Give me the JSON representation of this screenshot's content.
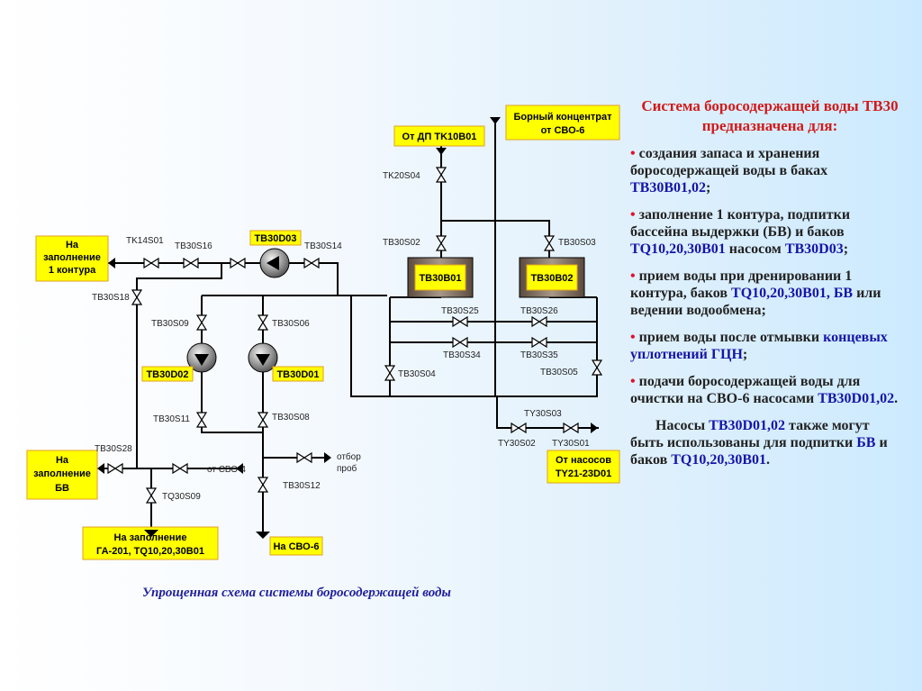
{
  "diagram": {
    "caption": "Упрощенная схема системы боросодержащей воды",
    "boxes": {
      "fill_1_contour": [
        "На",
        "заполнение",
        "1 контура"
      ],
      "fill_bv": [
        "На",
        "заполнение",
        "БВ"
      ],
      "fill_ga": [
        "На заполнение",
        "ГА-201, TQ10,20,30B01"
      ],
      "to_svo6": [
        "На СВО-6"
      ],
      "from_dp": [
        "От ДП TK10B01"
      ],
      "boric": [
        "Борный концентрат",
        "от СВО-6"
      ],
      "from_pumps": [
        "От насосов",
        "TY21-23D01"
      ],
      "pump_d03": [
        "TB30D03"
      ],
      "pump_d02": [
        "TB30D02"
      ],
      "pump_d01": [
        "TB30D01"
      ],
      "tank_b01": [
        "TB30B01"
      ],
      "tank_b02": [
        "TB30B02"
      ]
    },
    "valves": {
      "tk14s01": "TK14S01",
      "tb30s16": "TB30S16",
      "tb30s14": "TB30S14",
      "tb30s18": "TB30S18",
      "tb30s09": "TB30S09",
      "tb30s06": "TB30S06",
      "tb30s11": "TB30S11",
      "tb30s08": "TB30S08",
      "tb30s28": "TB30S28",
      "tq30s09": "TQ30S09",
      "tb30s12": "TB30S12",
      "from_svo4": "от СВО-4",
      "sampling": [
        "отбор",
        "проб"
      ],
      "tk20s04": "TK20S04",
      "tb30s02": "TB30S02",
      "tb30s03": "TB30S03",
      "tb30s25": "TB30S25",
      "tb30s26": "TB30S26",
      "tb30s34": "TB30S34",
      "tb30s35": "TB30S35",
      "tb30s04": "TB30S04",
      "tb30s05": "TB30S05",
      "ty30s03": "TY30S03",
      "ty30s02": "TY30S02",
      "ty30s01": "TY30S01"
    }
  },
  "panel": {
    "title": "Система боросодержащей воды ТВ30 предназначена для:",
    "items": [
      {
        "bullet": "•",
        "text": "создания запаса и хранения боросодержащей воды в баках ",
        "hl": "ТВ30В01,02",
        "tail": ";"
      },
      {
        "bullet": "•",
        "text": "заполнение 1 контура, подпитки бассейна  выдержки (БВ)  и баков ",
        "hl": "TQ10,20,30B01",
        "mid": "  насосом ",
        "hl2": "ТВ30D03",
        "tail": ";"
      },
      {
        "bullet": "•",
        "text": "прием воды при дренировании 1 контура, баков ",
        "hl": "TQ10,20,30B01, БВ",
        "tail": " или ведении водообмена;"
      },
      {
        "bullet": "•",
        "text": "прием воды после отмывки ",
        "hl": "концевых уплотнений ГЦН",
        "tail": ";"
      },
      {
        "bullet": "•",
        "text": "подачи боросодержащей воды для очистки на СВО-6 насосами ",
        "hl": "ТВ30D01,02",
        "tail": "."
      }
    ],
    "note": {
      "pre": "Насосы ",
      "hl": "ТВ30D01,02",
      "mid": " также могут быть использованы для подпитки ",
      "hl2": "БВ",
      "mid2": " и баков ",
      "hl3": "TQ10,20,30B01",
      "tail": "."
    }
  }
}
